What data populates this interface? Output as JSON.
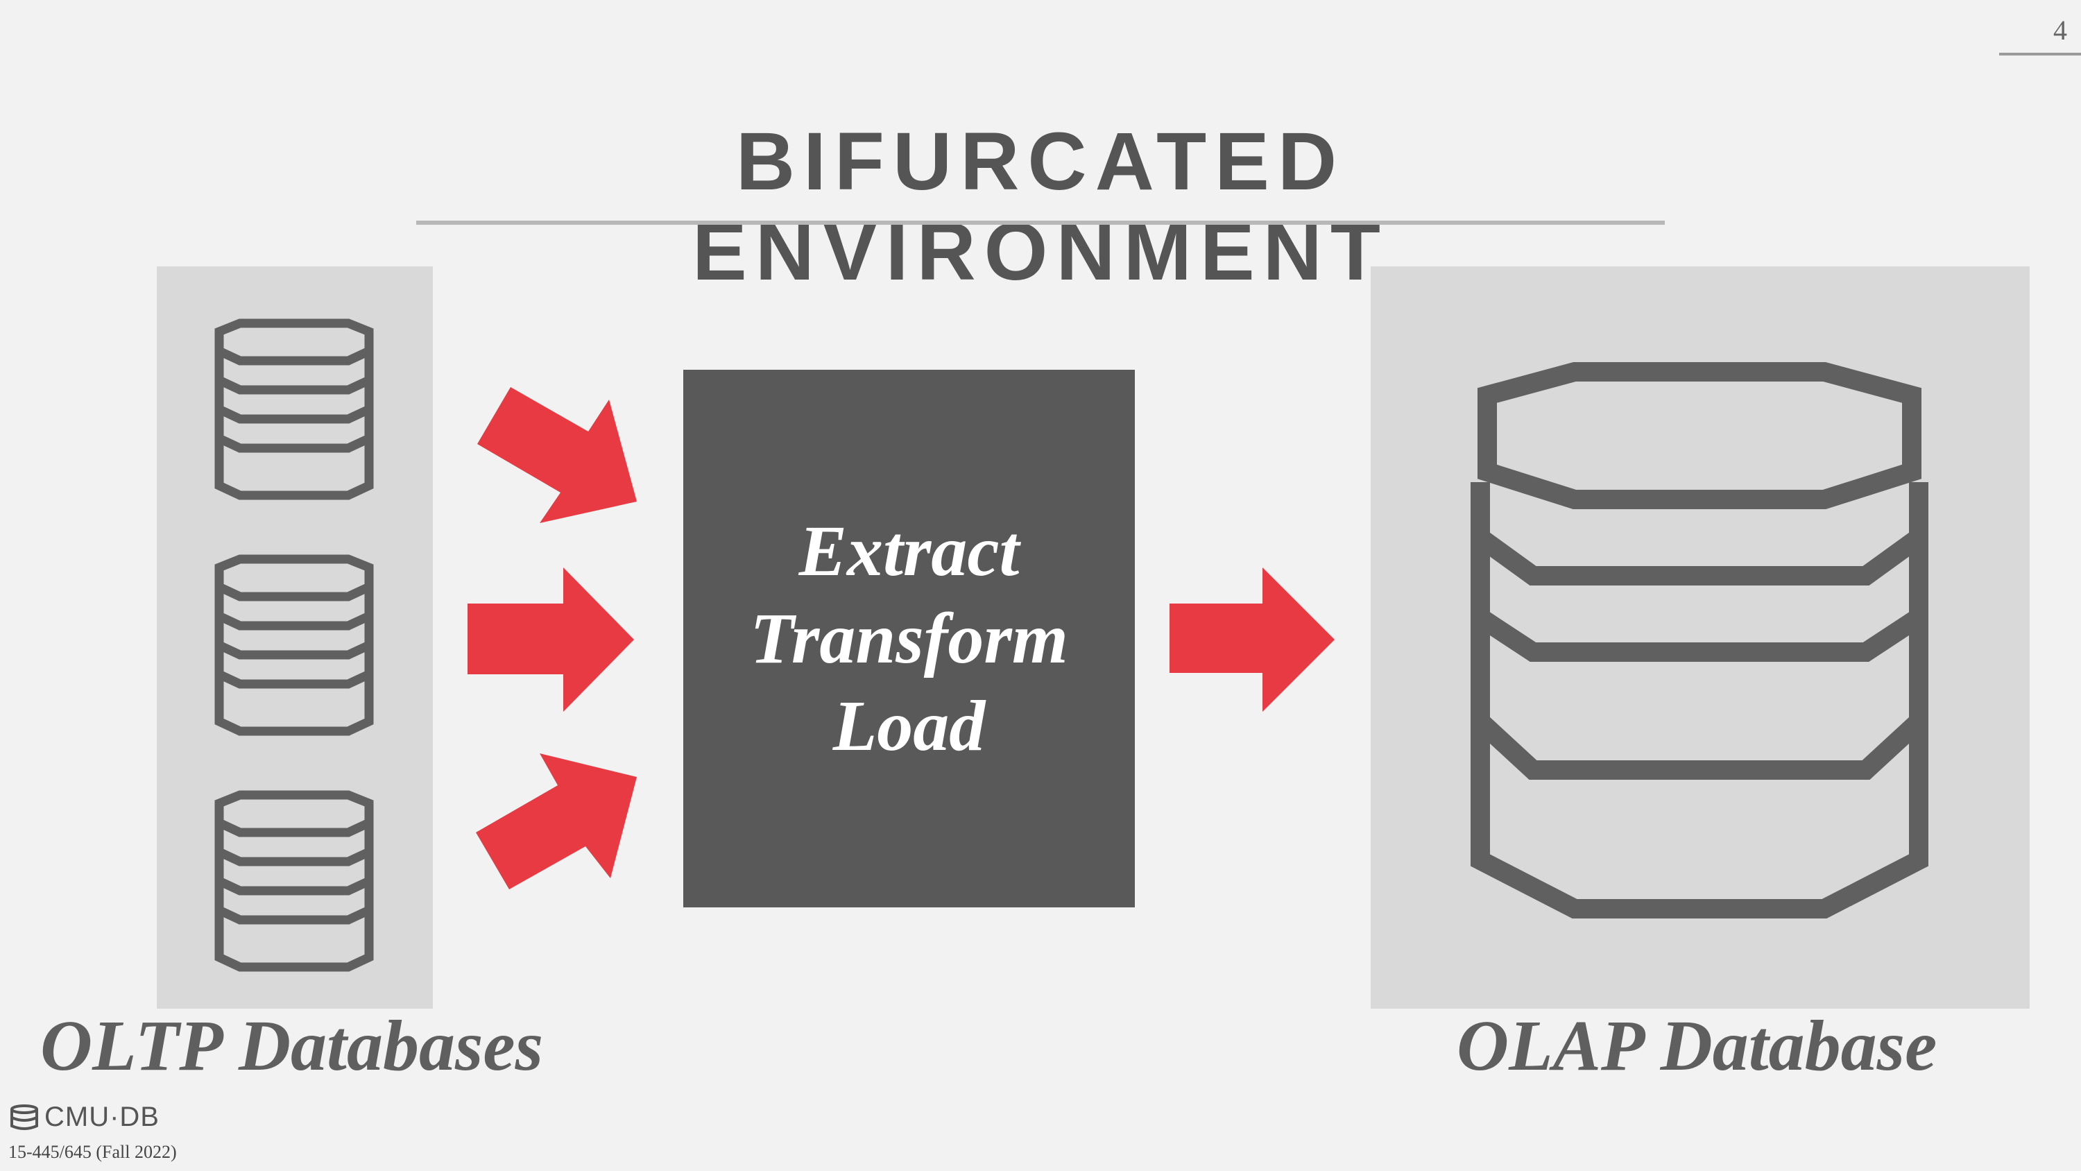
{
  "slide": {
    "number": "4",
    "title": "BIFURCATED ENVIRONMENT"
  },
  "diagram": {
    "etl_lines": [
      "Extract",
      "Transform",
      "Load"
    ],
    "oltp_label": "OLTP Databases",
    "olap_label": "OLAP Database"
  },
  "footer": {
    "logo_text": "CMU·DB",
    "course": "15-445/645 (Fall 2022)"
  },
  "colors": {
    "background": "#f2f2f2",
    "panel": "#d9d9d9",
    "etl_box": "#595959",
    "arrow": "#e83a42",
    "icon": "#606060",
    "text": "#555555"
  },
  "icons": {
    "database": "database-icon",
    "arrow": "arrow-icon",
    "logo": "cmu-db-logo-icon"
  }
}
